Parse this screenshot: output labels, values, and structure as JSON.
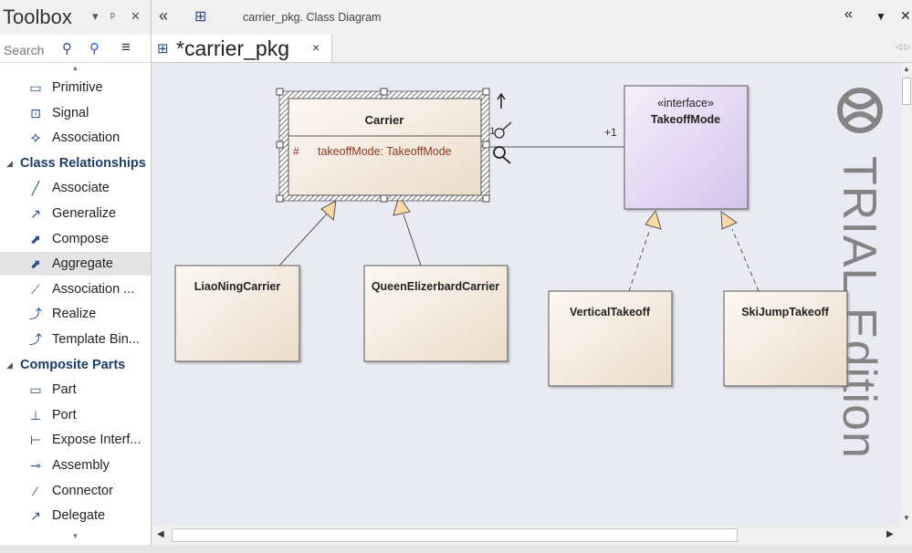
{
  "toolbox": {
    "title": "Toolbox",
    "search_placeholder": "Search",
    "items": [
      {
        "label": "Primitive",
        "icon": "primitive-icon",
        "type": "item"
      },
      {
        "label": "Signal",
        "icon": "signal-icon",
        "type": "item"
      },
      {
        "label": "Association",
        "icon": "association-icon",
        "type": "item"
      },
      {
        "label": "Class Relationships",
        "type": "group"
      },
      {
        "label": "Associate",
        "icon": "associate-icon",
        "type": "item"
      },
      {
        "label": "Generalize",
        "icon": "generalize-icon",
        "type": "item"
      },
      {
        "label": "Compose",
        "icon": "compose-icon",
        "type": "item"
      },
      {
        "label": "Aggregate",
        "icon": "aggregate-icon",
        "type": "item",
        "selected": true
      },
      {
        "label": "Association ...",
        "icon": "association-class-icon",
        "type": "item"
      },
      {
        "label": "Realize",
        "icon": "realize-icon",
        "type": "item"
      },
      {
        "label": "Template Bin...",
        "icon": "template-binding-icon",
        "type": "item"
      },
      {
        "label": "Composite Parts",
        "type": "group"
      },
      {
        "label": "Part",
        "icon": "part-icon",
        "type": "item"
      },
      {
        "label": "Port",
        "icon": "port-icon",
        "type": "item"
      },
      {
        "label": "Expose Interf...",
        "icon": "expose-interface-icon",
        "type": "item"
      },
      {
        "label": "Assembly",
        "icon": "assembly-icon",
        "type": "item"
      },
      {
        "label": "Connector",
        "icon": "connector-icon",
        "type": "item"
      },
      {
        "label": "Delegate",
        "icon": "delegate-icon",
        "type": "item"
      }
    ]
  },
  "topbar": {
    "title": "carrier_pkg.  Class Diagram"
  },
  "tab": {
    "label": "*carrier_pkg",
    "close": "×"
  },
  "diagram": {
    "classes": [
      {
        "id": "carrier",
        "name": "Carrier",
        "attribute_visibility": "#",
        "attribute": "takeoffMode: TakeoffMode",
        "selected": true
      },
      {
        "id": "takeoffmode",
        "stereotype": "«interface»",
        "name": "TakeoffMode"
      },
      {
        "id": "liaoning",
        "name": "LiaoNingCarrier"
      },
      {
        "id": "queen",
        "name": "QueenElizerbardCarrier"
      },
      {
        "id": "vertical",
        "name": "VerticalTakeoff"
      },
      {
        "id": "skijump",
        "name": "SkiJumpTakeoff"
      }
    ],
    "association": {
      "source_multiplicity": "+1",
      "target_multiplicity": "+1"
    },
    "watermark": "TRIAL Edition"
  },
  "colors": {
    "class_fill_start": "#fdf8f3",
    "class_fill_end": "#ecdccb",
    "interface_fill_start": "#f3eefb",
    "interface_fill_end": "#d7c8ee",
    "canvas": "#e9eaf2",
    "arrow_fill": "#fdd9a5",
    "accent_text": "#8a3a1e",
    "watermark": "#7a7a7a"
  }
}
